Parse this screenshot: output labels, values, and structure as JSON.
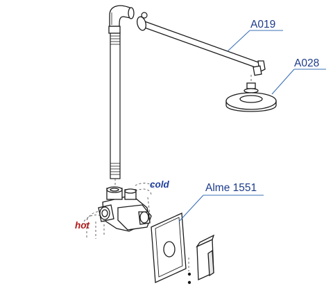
{
  "labels": {
    "arm": "A019",
    "head": "A028",
    "trim": "Alme 1551",
    "cold": "cold",
    "hot": "hot"
  },
  "colors": {
    "part_label": "#1b3a8a",
    "leader": "#3a6fb5",
    "cold": "#1f3f9e",
    "hot": "#b01818",
    "outline": "#1a1a1a"
  }
}
